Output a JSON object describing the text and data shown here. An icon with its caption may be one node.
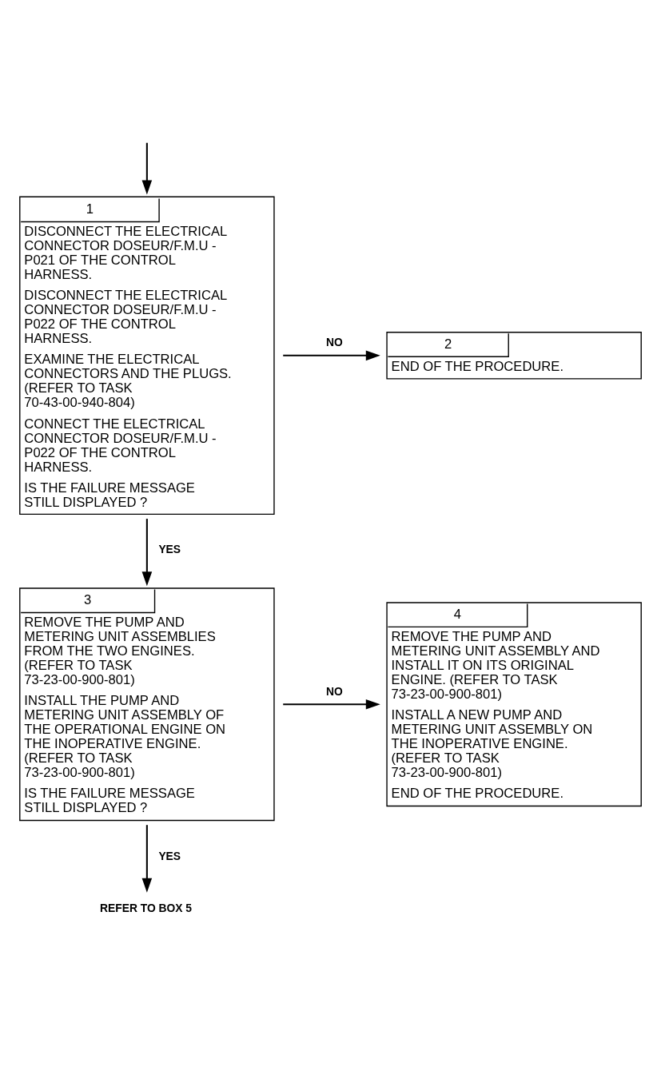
{
  "diagram": {
    "nodes": [
      {
        "text": [
          "1",
          "DISCONNECT THE ELECTRICAL CONNECTOR DOSEUR/F.M.U - P021 OF THE CONTROL HARNESS.",
          "DISCONNECT THE ELECTRICAL CONNECTOR DOSEUR/F.M.U - P022 OF THE CONTROL HARNESS.",
          "EXAMINE THE ELECTRICAL CONNECTORS AND THE PLUGS. (REFER TO TASK 70-43-00-940-804)",
          "CONNECT THE ELECTRICAL CONNECTOR DOSEUR/F.M.U - P022 OF THE CONTROL HARNESS.",
          "IS THE FAILURE MESSAGE STILL DISPLAYED ?"
        ]
      },
      {
        "text": [
          "2",
          "END OF THE PROCEDURE."
        ]
      },
      {
        "text": [
          "3",
          "REMOVE THE PUMP AND METERING UNIT ASSEMBLIES FROM THE TWO ENGINES. (REFER TO TASK 73-23-00-900-801)",
          "INSTALL THE PUMP AND METERING UNIT ASSEMBLY OF THE OPERATIONAL ENGINE ON THE INOPERATIVE ENGINE. (REFER TO TASK 73-23-00-900-801)",
          "IS THE FAILURE MESSAGE STILL DISPLAYED ?"
        ]
      },
      {
        "text": [
          "4",
          "REMOVE THE PUMP AND METERING UNIT ASSEMBLY AND INSTALL IT ON ITS ORIGINAL ENGINE. (REFER TO TASK 73-23-00-900-801)",
          "INSTALL A NEW PUMP AND METERING UNIT ASSEMBLY ON THE INOPERATIVE ENGINE. (REFER TO TASK 73-23-00-900-801)",
          "END OF THE PROCEDURE."
        ]
      },
      {
        "text": [
          "REFER TO BOX 5"
        ]
      }
    ],
    "edges": [
      {
        "from": null,
        "to": 0,
        "arrow": "to"
      },
      {
        "from": 0,
        "to": 1,
        "arrow": "to",
        "label": "NO"
      },
      {
        "from": 0,
        "to": 2,
        "arrow": "to",
        "label": "YES"
      },
      {
        "from": 2,
        "to": 3,
        "arrow": "to",
        "label": "NO"
      },
      {
        "from": 2,
        "to": 4,
        "arrow": "to",
        "label": "YES"
      }
    ]
  }
}
